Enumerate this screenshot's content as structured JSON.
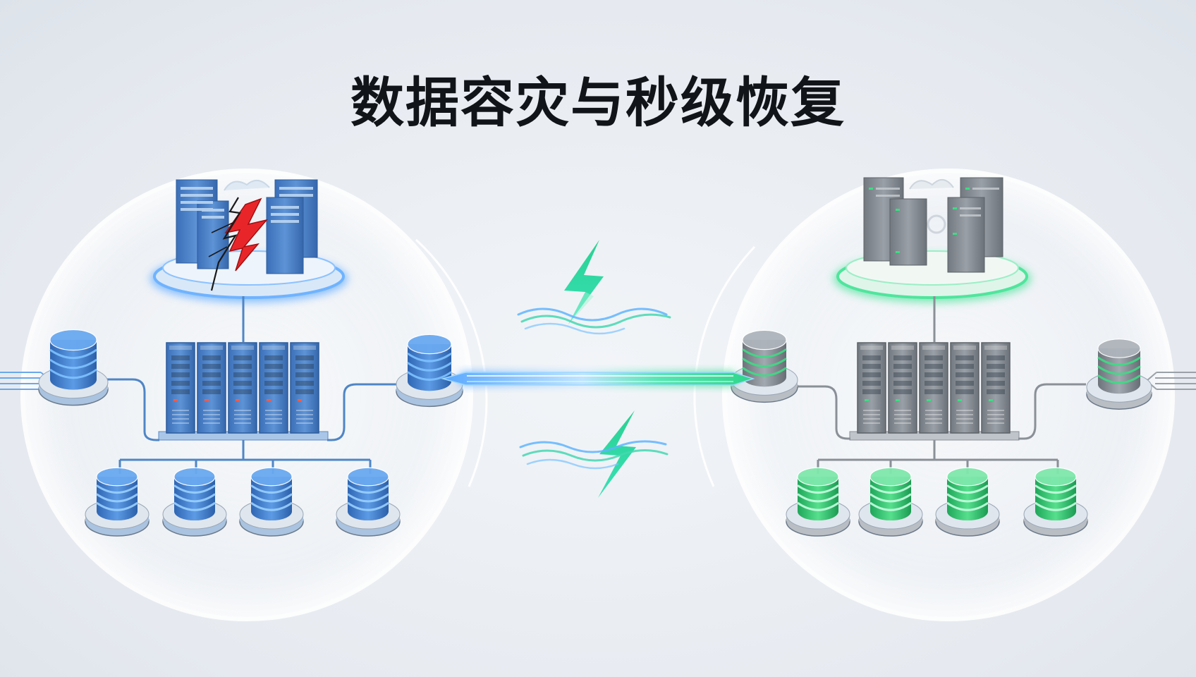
{
  "title": "数据容灾与秒级恢复",
  "colors": {
    "background": "#e9edf2",
    "primary_site": "#3f7fc8",
    "primary_glow": "#5aa8ff",
    "backup_site": "#8a9097",
    "backup_glow": "#2fe08a",
    "damage": "#e8262a",
    "link_blue": "#6fb6ff",
    "link_green": "#36e3a0"
  },
  "sites": [
    {
      "role": "primary",
      "state": "damaged",
      "icons": [
        "server-cluster-icon",
        "lightning-crack-icon",
        "database-icon",
        "server-rack-icon"
      ]
    },
    {
      "role": "backup",
      "state": "healthy",
      "icons": [
        "server-cluster-icon",
        "cloud-icon",
        "database-icon",
        "server-rack-icon"
      ]
    }
  ],
  "link_icons": [
    "lightning-bolt-icon",
    "wave-icon",
    "sync-beam-icon"
  ]
}
